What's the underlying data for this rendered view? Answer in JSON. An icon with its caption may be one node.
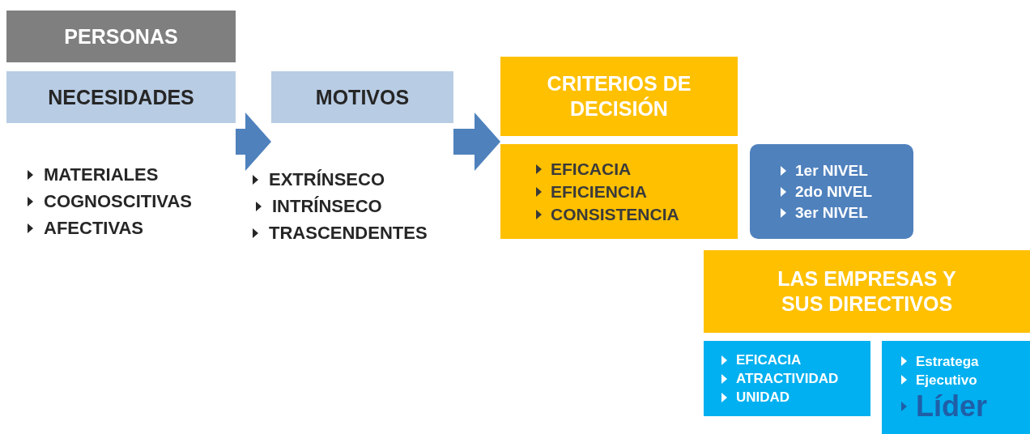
{
  "diagram": {
    "nodes": [
      {
        "text": [
          "PERSONAS"
        ]
      },
      {
        "text": [
          "NECESIDADES"
        ]
      },
      {
        "text": [
          "MOTIVOS"
        ]
      },
      {
        "text": [
          "CRITERIOS DE DECISIÓN"
        ]
      },
      {
        "text": [
          "EFICACIA",
          "EFICIENCIA",
          "CONSISTENCIA"
        ]
      },
      {
        "text": [
          "1er NIVEL",
          "2do NIVEL",
          "3er NIVEL"
        ]
      },
      {
        "text": [
          "LAS EMPRESAS Y SUS DIRECTIVOS"
        ]
      },
      {
        "text": [
          "EFICACIA",
          "ATRACTIVIDAD",
          "UNIDAD"
        ]
      },
      {
        "text": [
          "Estratega",
          "Ejecutivo",
          "Líder"
        ]
      }
    ],
    "edges": [
      {
        "from": 1,
        "to": 2,
        "arrow": "to"
      },
      {
        "from": 2,
        "to": 3,
        "arrow": "to"
      }
    ],
    "labels": [
      "MATERIALES",
      "COGNOSCITIVAS",
      "AFECTIVAS",
      "EXTRÍNSECO",
      "INTRÍNSECO",
      "TRASCENDENTES"
    ]
  }
}
